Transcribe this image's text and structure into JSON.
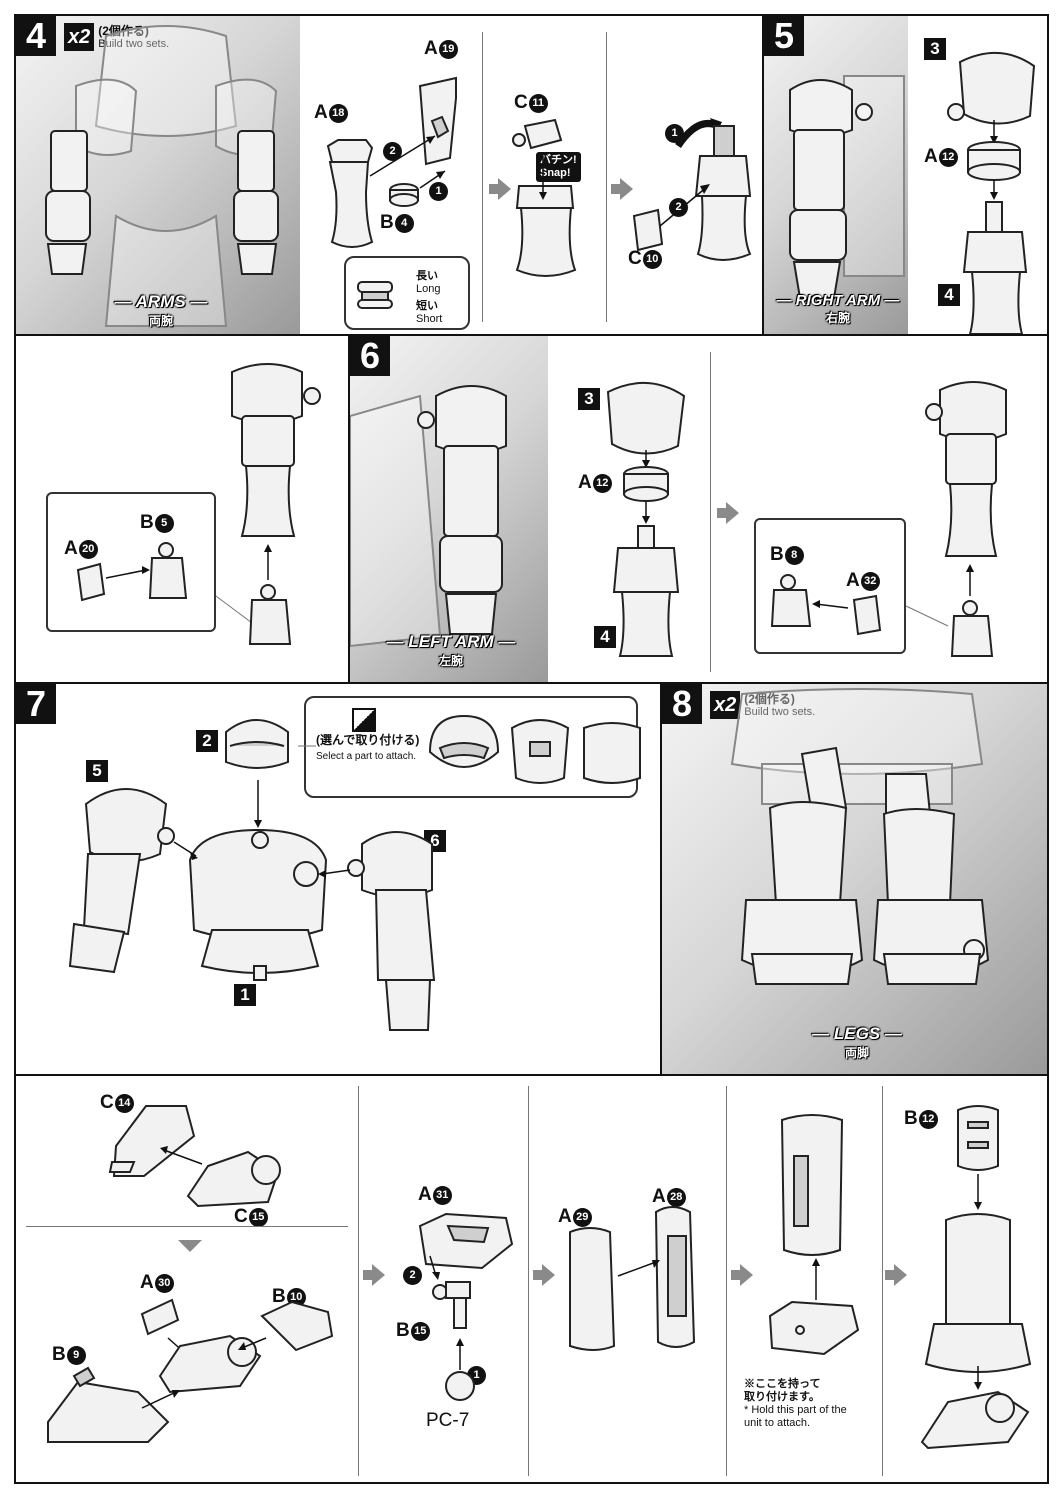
{
  "step4": {
    "number": "4",
    "multiplier": "x2",
    "multiplier_jp": "(2個作る)",
    "multiplier_en": "Build two sets.",
    "caption": "— ARMS —",
    "caption_jp": "両腕",
    "labels": {
      "a19": "A",
      "a19n": "19",
      "a18": "A",
      "a18n": "18",
      "b4": "B",
      "b4n": "4",
      "c11": "C",
      "c11n": "11",
      "c10": "C",
      "c10n": "10"
    },
    "snap": "バチン!",
    "snap_en": "Snap!",
    "long_jp": "長い",
    "long_en": "Long",
    "short_jp": "短い",
    "short_en": "Short",
    "arrow1": "1",
    "arrow2": "2"
  },
  "step5": {
    "number": "5",
    "caption": "— RIGHT ARM —",
    "caption_jp": "右腕",
    "labels": {
      "s3": "3",
      "a12": "A",
      "a12n": "12",
      "s4": "4",
      "a20": "A",
      "a20n": "20",
      "b5": "B",
      "b5n": "5"
    }
  },
  "step6": {
    "number": "6",
    "caption": "— LEFT ARM —",
    "caption_jp": "左腕",
    "labels": {
      "s3": "3",
      "a12": "A",
      "a12n": "12",
      "s4": "4",
      "b8": "B",
      "b8n": "8",
      "a32": "A",
      "a32n": "32"
    }
  },
  "step7": {
    "number": "7",
    "select_jp": "(選んで取り付ける)",
    "select_en": "Select a part to attach.",
    "labels": {
      "s2": "2",
      "s5": "5",
      "s6": "6",
      "s1": "1"
    }
  },
  "step8": {
    "number": "8",
    "multiplier": "x2",
    "multiplier_jp": "(2個作る)",
    "multiplier_en": "Build two sets.",
    "caption": "— LEGS —",
    "caption_jp": "両脚",
    "labels": {
      "c14": "C",
      "c14n": "14",
      "c15": "C",
      "c15n": "15",
      "a30": "A",
      "a30n": "30",
      "b10": "B",
      "b10n": "10",
      "b9": "B",
      "b9n": "9",
      "a31": "A",
      "a31n": "31",
      "b15": "B",
      "b15n": "15",
      "pc7": "PC-7",
      "a29": "A",
      "a29n": "29",
      "a28": "A",
      "a28n": "28",
      "b12": "B",
      "b12n": "12"
    },
    "hold_jp_1": "※ここを持って",
    "hold_jp_2": "取り付けます。",
    "hold_en_1": "* Hold this part of the",
    "hold_en_2": "unit to attach.",
    "arrow1": "1",
    "arrow2": "2"
  }
}
